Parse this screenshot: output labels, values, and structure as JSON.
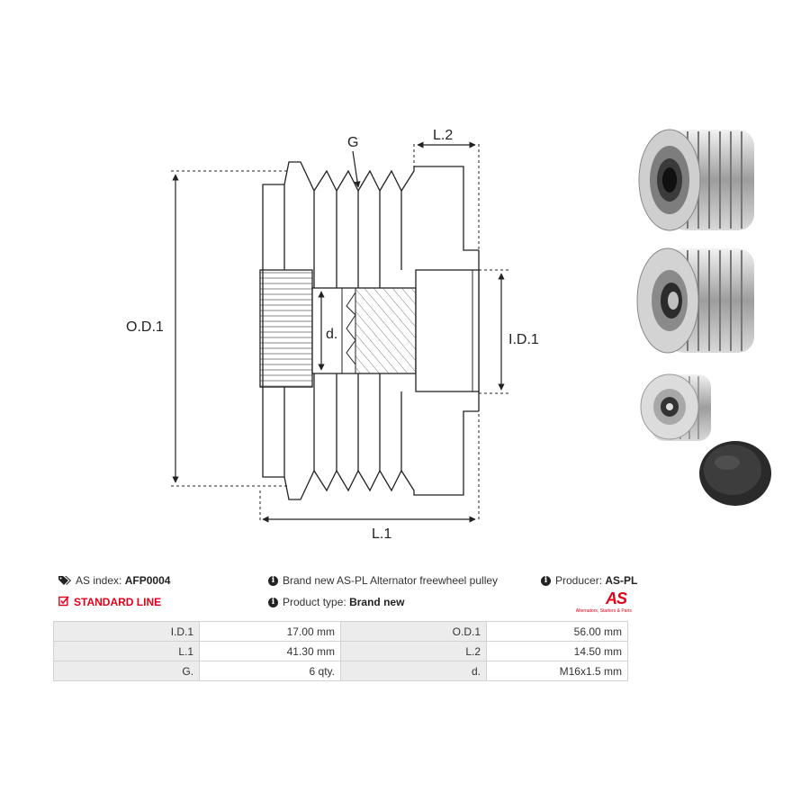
{
  "drawing": {
    "labels": {
      "g": "G",
      "l2": "L.2",
      "od1": "O.D.1",
      "id1": "I.D.1",
      "d": "d.",
      "l1": "L.1"
    }
  },
  "photos": [
    "pulley-front-view",
    "pulley-side-view",
    "pulley-back-view",
    "pulley-cap"
  ],
  "info": {
    "as_index_label": "AS index:",
    "as_index_value": "AFP0004",
    "description": "Brand new AS-PL Alternator freewheel pulley",
    "producer_label": "Producer:",
    "producer_value": "AS-PL",
    "line": "STANDARD LINE",
    "product_type_label": "Product type:",
    "product_type_value": "Brand new"
  },
  "logo": {
    "mark": "AS",
    "tagline": "Alternators, Starters & Parts"
  },
  "params": [
    {
      "k1": "I.D.1",
      "v1": "17.00 mm",
      "k2": "O.D.1",
      "v2": "56.00 mm"
    },
    {
      "k1": "L.1",
      "v1": "41.30 mm",
      "k2": "L.2",
      "v2": "14.50 mm"
    },
    {
      "k1": "G.",
      "v1": "6 qty.",
      "k2": "d.",
      "v2": "M16x1.5 mm"
    }
  ],
  "colors": {
    "brand_red": "#e2001a",
    "table_key_bg": "#ececec",
    "border": "#d2d2d2"
  }
}
